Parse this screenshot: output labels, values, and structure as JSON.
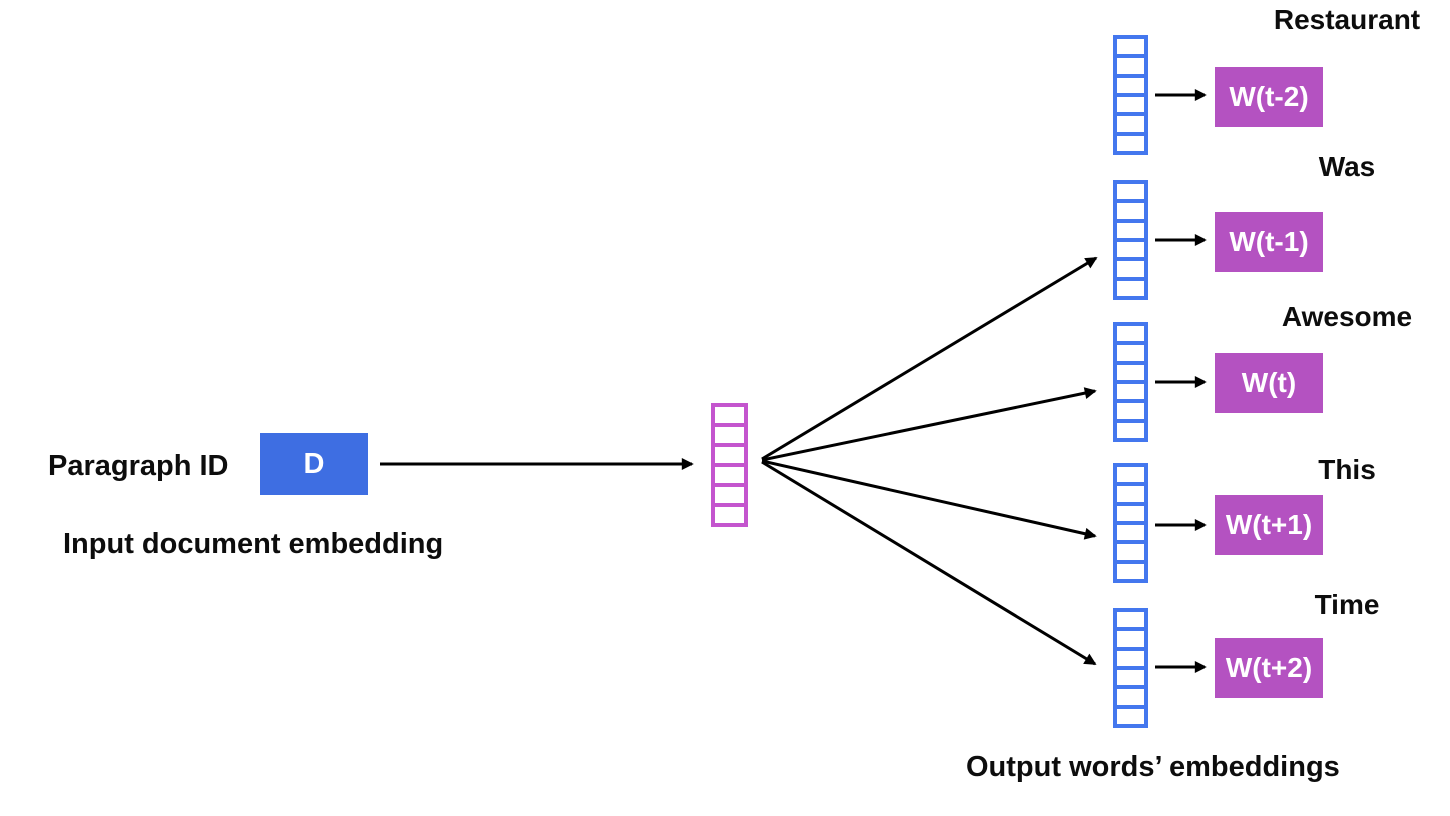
{
  "diagram": {
    "title_semantic": "Doc2Vec PV-DBOW architecture",
    "colors": {
      "doc_box_fill": "#3e6ee2",
      "vector_blue_stroke": "#4477ee",
      "vector_magenta_stroke": "#c455ce",
      "word_box_fill": "#b452c1",
      "arrow_color": "#000000",
      "text_color": "#0d0d0d"
    },
    "input": {
      "label": "Paragraph ID",
      "box_value": "D",
      "caption": "Input document embedding"
    },
    "outputs": [
      {
        "word": "Restaurant",
        "weight": "W(t-2)"
      },
      {
        "word": "Was",
        "weight": "W(t-1)"
      },
      {
        "word": "Awesome",
        "weight": "W(t)"
      },
      {
        "word": "This",
        "weight": "W(t+1)"
      },
      {
        "word": "Time",
        "weight": "W(t+2)"
      }
    ],
    "output_caption": "Output words’ embeddings"
  }
}
